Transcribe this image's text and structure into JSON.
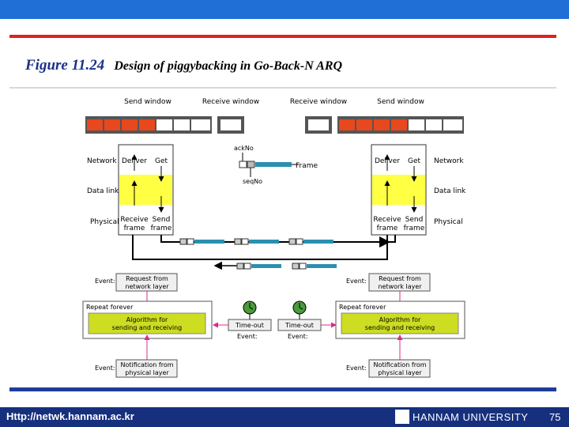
{
  "title": {
    "figure": "Figure 11.24",
    "caption": "Design of piggybacking in Go-Back-N ARQ"
  },
  "diagram": {
    "send_window": "Send window",
    "receive_window": "Receive window",
    "network": "Network",
    "data_link": "Data link",
    "physical": "Physical",
    "deliver": "Deliver",
    "get": "Get",
    "receive_frame": "Receive frame",
    "send_frame": "Send frame",
    "ack_no": "ackNo",
    "seq_no": "seqNo",
    "frame": "Frame",
    "event": "Event:",
    "request_from_network": "Request from network layer",
    "repeat_forever": "Repeat forever",
    "algorithm": "Algorithm for sending and receiving",
    "notification": "Notification from physical layer",
    "time_out": "Time-out"
  },
  "colors": {
    "red_slot": "#e8481e",
    "yellow": "#ffff44",
    "green": "#ccdd22",
    "frame_blue": "#2c8fb0",
    "arrow_pink": "#e0288a"
  },
  "footer": {
    "url": "Http://netwk.hannam.ac.kr",
    "university": "HANNAM  UNIVERSITY",
    "page": "75"
  }
}
